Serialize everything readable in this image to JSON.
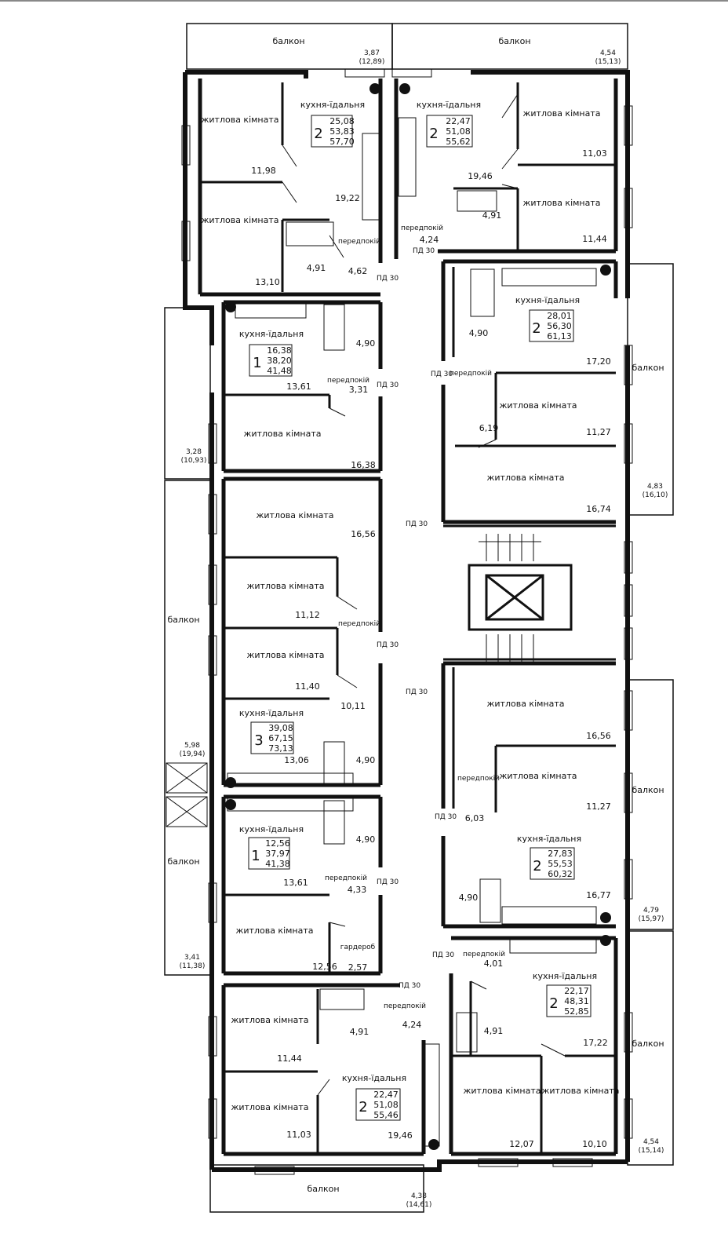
{
  "labels": {
    "living_room": "житлова кімната",
    "kitchen": "кухня-їдальня",
    "hallway": "передпокій",
    "balcony": "балкон",
    "wardrobe": "гардероб",
    "fire_door": "ПД 30"
  },
  "balconies": [
    {
      "name": "балкон",
      "area": "3,87",
      "total": "(12,89)"
    },
    {
      "name": "балкон",
      "area": "4,54",
      "total": "(15,13)"
    },
    {
      "name": "балкон",
      "area": "3,28",
      "total": "(10,93)"
    },
    {
      "name": "балкон",
      "area": "4,83",
      "total": "(16,10)"
    },
    {
      "name": "балкон",
      "area": "5,98",
      "total": "(19,94)"
    },
    {
      "name": "балкон",
      "area": "3,41",
      "total": "(11,38)"
    },
    {
      "name": "балкон",
      "area": "4,79",
      "total": "(15,97)"
    },
    {
      "name": "балкон",
      "area": "4,54",
      "total": "(15,14)"
    },
    {
      "name": "балкон",
      "area": "4,38",
      "total": "(14,61)"
    }
  ],
  "apartments": [
    {
      "rooms": "2",
      "a": "25,08",
      "b": "53,83",
      "c": "57,70"
    },
    {
      "rooms": "2",
      "a": "22,47",
      "b": "51,08",
      "c": "55,62"
    },
    {
      "rooms": "1",
      "a": "16,38",
      "b": "38,20",
      "c": "41,48"
    },
    {
      "rooms": "2",
      "a": "28,01",
      "b": "56,30",
      "c": "61,13"
    },
    {
      "rooms": "3",
      "a": "39,08",
      "b": "67,15",
      "c": "73,13"
    },
    {
      "rooms": "1",
      "a": "12,56",
      "b": "37,97",
      "c": "41,38"
    },
    {
      "rooms": "2",
      "a": "27,83",
      "b": "55,53",
      "c": "60,32"
    },
    {
      "rooms": "2",
      "a": "22,17",
      "b": "48,31",
      "c": "52,85"
    },
    {
      "rooms": "2",
      "a": "22,47",
      "b": "51,08",
      "c": "55,46"
    }
  ],
  "areas": [
    "11,98",
    "13,10",
    "19,22",
    "4,91",
    "4,62",
    "11,03",
    "19,46",
    "4,91",
    "11,44",
    "4,24",
    "4,90",
    "13,61",
    "3,31",
    "16,38",
    "4,90",
    "17,20",
    "11,27",
    "6,19",
    "16,74",
    "16,56",
    "11,12",
    "11,40",
    "10,11",
    "13,06",
    "4,90",
    "4,90",
    "13,61",
    "4,33",
    "12,56",
    "2,57",
    "16,56",
    "11,27",
    "6,03",
    "4,90",
    "16,77",
    "4,01",
    "4,91",
    "17,22",
    "12,07",
    "10,10",
    "4,91",
    "4,24",
    "11,44",
    "11,03",
    "19,46"
  ]
}
